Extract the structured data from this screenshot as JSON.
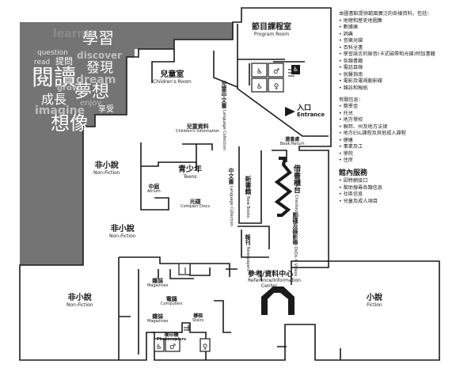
{
  "cloud": [
    {
      "t": "learn",
      "c": "#8c8c8c"
    },
    {
      "t": "學習",
      "c": "#ffffff"
    },
    {
      "t": "question",
      "c": "#e6e6e6"
    },
    {
      "t": "discover",
      "c": "#bfbfbf"
    },
    {
      "t": "read",
      "c": "#e6e6e6"
    },
    {
      "t": "提問",
      "c": "#ffffff"
    },
    {
      "t": "發現",
      "c": "#ffffff"
    },
    {
      "t": "閱讀",
      "c": "#ffffff"
    },
    {
      "t": "dream",
      "c": "#bfbfbf"
    },
    {
      "t": "grow",
      "c": "#bfbfbf"
    },
    {
      "t": "成長",
      "c": "#ffffff"
    },
    {
      "t": "夢想",
      "c": "#ffffff"
    },
    {
      "t": "enjoy",
      "c": "#bfbfbf"
    },
    {
      "t": "imagine",
      "c": "#bfbfbf"
    },
    {
      "t": "享受",
      "c": "#ffffff"
    },
    {
      "t": "想像",
      "c": "#ffffff"
    }
  ],
  "rooms": {
    "program_zh": "節目課程室",
    "program_en": "Program Room",
    "children_zh": "兒童室",
    "children_en": "Children's Room",
    "child_info_zh": "兒童資料",
    "child_info_en": "Children's Information",
    "teens_zh": "青少年",
    "teens_en": "Teens",
    "atrium_zh": "中庭",
    "atrium_en": "Atrium",
    "cds_zh": "光碟",
    "cds_en": "Compact Discs",
    "nonfic1_zh": "非小說",
    "nonfic1_en": "Non-Fiction",
    "nonfic2_zh": "非小說",
    "nonfic2_en": "Non-Fiction",
    "nonfic3_zh": "非小說",
    "nonfic3_en": "Non-Fiction",
    "fiction_zh": "小說",
    "fiction_en": "Fiction",
    "reference_zh": "參考/資料中心",
    "reference_en": "Reference/Information Center",
    "magazines1_zh": "雜誌",
    "magazines1_en": "Magazines",
    "computers_zh": "電腦",
    "computers_en": "Computers",
    "magazines2_zh": "雜誌",
    "magazines2_en": "Magazines",
    "stairs_zh": "樓梯",
    "stairs_en": "Stairs",
    "copiers_zh": "複印機",
    "copiers_en": "Photocopiers",
    "entrance_zh": "入口",
    "entrance_en": "Entrance",
    "book_return_zh": "還書處",
    "book_return_en": "Book Return",
    "checkout_zh": "借書櫃台",
    "checkout_en": "Checkout Desk",
    "newbooks_zh": "新書籍",
    "newbooks_en": "New Books",
    "chinese_coll_zh": "中文書",
    "chinese_coll_en": "Language Collection",
    "kids_chinese_zh": "兒童中文書",
    "kids_chinese_en": "Language Collection",
    "newspaper_zh": "報刊",
    "newspaper_en": "Newspapers",
    "dvd_zh": "影碟及錄影帶",
    "dvd_en": "DVDs & Videos"
  },
  "info": {
    "intro": "本圖書館提供範圍廣泛的各樣資料，包括：",
    "resources": [
      "地理和歷史地圖集",
      "數據庫",
      "詞典",
      "音樂光碟",
      "百科全書",
      "學習語言的錄音(卡式磁帶和光碟)附加書籍",
      "各類書籍",
      "電話目錄",
      "就醫指南",
      "電影及電視劇影碟",
      "雜誌和報紙"
    ],
    "topics_title": "有關信息：",
    "topics": [
      "獎學金",
      "托兒",
      "地方學校",
      "聯邦、州及地方法律",
      "地方ESL課程及其他成人課程",
      "健康",
      "事業及工",
      "學院",
      "住房"
    ],
    "services_title": "館內服務",
    "services": [
      "因特網接口",
      "幫助搜尋各類信息",
      "社區信息",
      "兒童及成人項目"
    ]
  }
}
